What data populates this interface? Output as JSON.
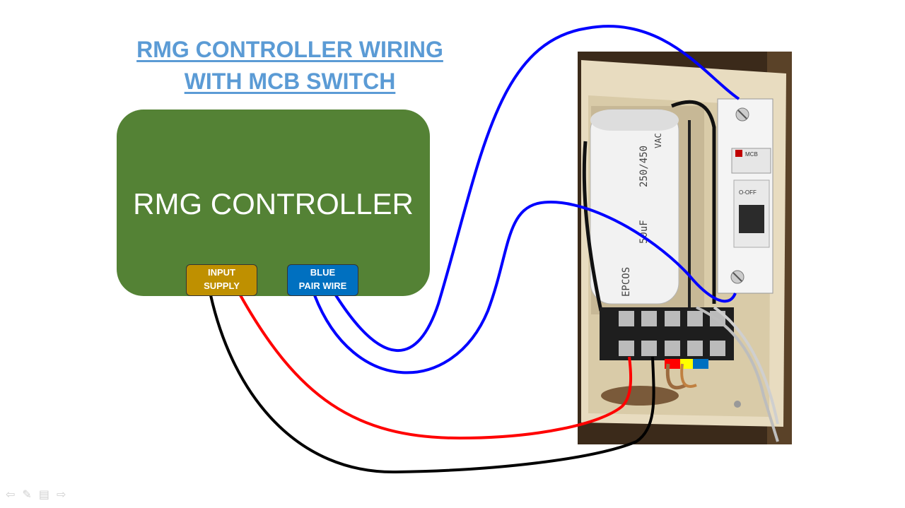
{
  "title": {
    "line1": "RMG CONTROLLER WIRING",
    "line2": "WITH MCB SWITCH",
    "color": "#5b9bd5"
  },
  "controller": {
    "label": "RMG CONTROLLER",
    "color": "#548235"
  },
  "terminals": {
    "input_supply": {
      "line1": "INPUT",
      "line2": "SUPPLY",
      "color": "#bf9000"
    },
    "blue_pair": {
      "line1": "BLUE",
      "line2": "PAIR WIRE",
      "color": "#0070c0"
    }
  },
  "wires": {
    "blue_color": "#0000ff",
    "red_color": "#ff0000",
    "black_color": "#000000"
  },
  "photo": {
    "capacitor_lines": [
      "EPCOS",
      "50uF",
      "250/450",
      "VAC"
    ],
    "mcb_label": "MCB",
    "mcb_state": "O-OFF"
  },
  "nav_icons": [
    "prev-arrow-icon",
    "pen-icon",
    "menu-icon",
    "next-arrow-icon"
  ]
}
